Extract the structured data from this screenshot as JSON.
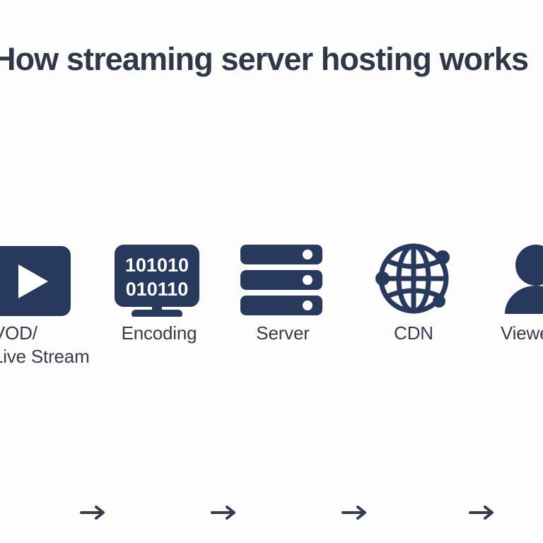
{
  "title": "How streaming server hosting works",
  "theme": {
    "background": "#fcfcfd",
    "icon_navy": "#27395c",
    "text_slate": "#333d4b",
    "title_slate": "#2e3846",
    "icon_white": "#ffffff"
  },
  "pipeline": {
    "stages": [
      {
        "id": "source",
        "icon": "play-button-icon",
        "label_line1": "VOD/",
        "label_line2": "Live Stream"
      },
      {
        "id": "encoding",
        "icon": "monitor-binary-icon",
        "label": "Encoding",
        "screen_text_line1": "101010",
        "screen_text_line2": "010110"
      },
      {
        "id": "server",
        "icon": "server-rack-icon",
        "label": "Server"
      },
      {
        "id": "cdn",
        "icon": "globe-network-icon",
        "label": "CDN"
      },
      {
        "id": "viewer",
        "icon": "person-icon",
        "label": "Viewer"
      }
    ],
    "arrows": [
      {
        "id": "arrow-1",
        "icon": "arrow-right-icon"
      },
      {
        "id": "arrow-2",
        "icon": "arrow-right-icon"
      },
      {
        "id": "arrow-3",
        "icon": "arrow-right-icon"
      },
      {
        "id": "arrow-4",
        "icon": "arrow-right-icon"
      }
    ]
  }
}
